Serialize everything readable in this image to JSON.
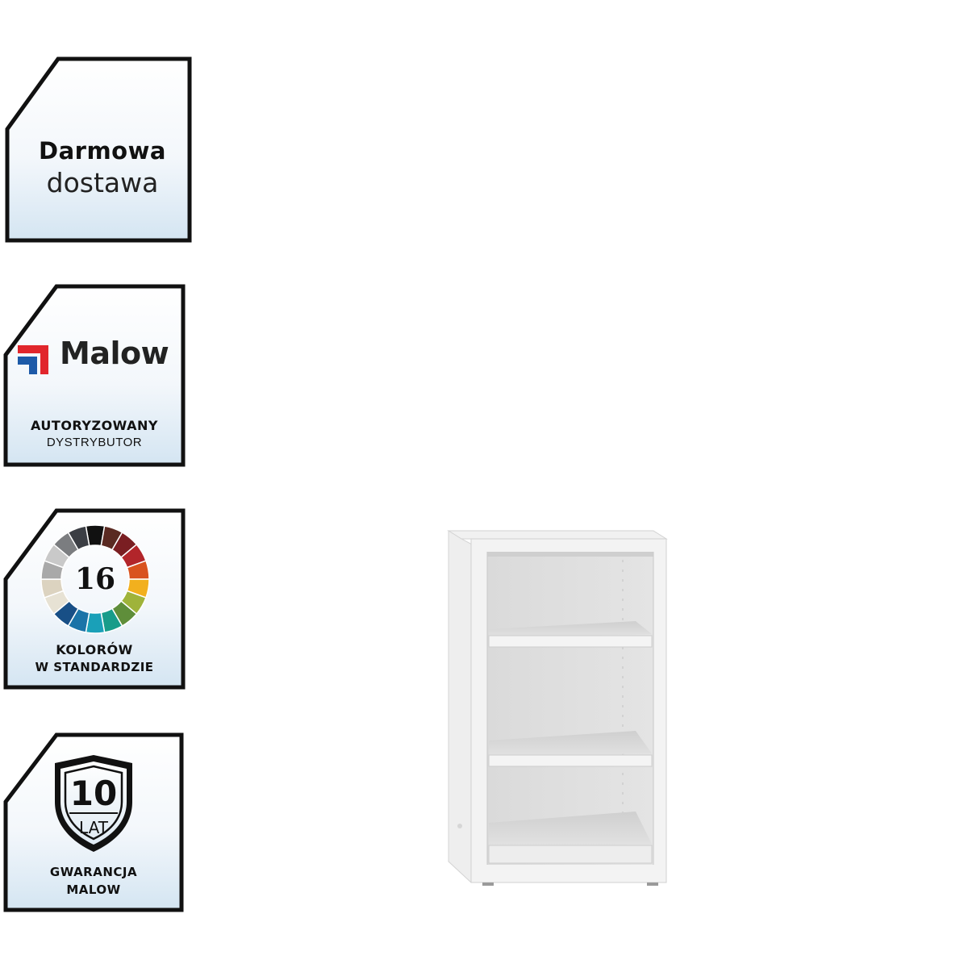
{
  "badges": {
    "delivery": {
      "line1": "Darmowa",
      "line2": "dostawa"
    },
    "distributor": {
      "brand": "Malow",
      "line1": "AUTORYZOWANY",
      "line2": "DYSTRYBUTOR"
    },
    "colors": {
      "count": "16",
      "line1": "KOLORÓW",
      "line2": "W STANDARDZIE"
    },
    "warranty": {
      "years": "10",
      "unit": "LAT",
      "line1": "GWARANCJA",
      "line2": "MALOW"
    }
  },
  "color_wheel": [
    "#111111",
    "#5a2a22",
    "#7a1e22",
    "#b2252a",
    "#d9531e",
    "#f2b01e",
    "#9fb33a",
    "#5f8e3a",
    "#179c8a",
    "#1aa0b8",
    "#1b74a8",
    "#184f86",
    "#e7e2d4",
    "#dcd3c0",
    "#a9a9a9",
    "#c9c9c9",
    "#7b7d80",
    "#3b3e44"
  ],
  "colors": {
    "badge_border": "#111111",
    "badge_gradient_top": "#ffffff",
    "badge_gradient_bottom": "#d6e6f2",
    "logo_red": "#e1262c",
    "logo_blue": "#1d5aa8",
    "cabinet": "#ececec"
  }
}
